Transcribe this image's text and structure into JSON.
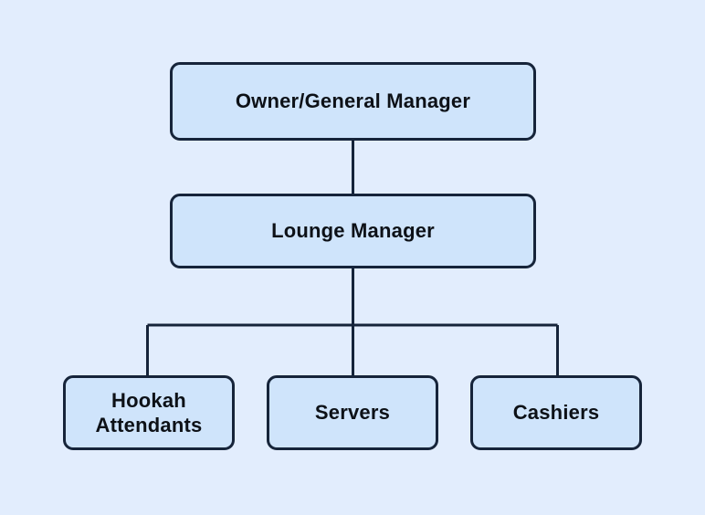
{
  "diagram": {
    "type": "organizational-chart",
    "title": "",
    "background_color": "#e2edfd",
    "node_fill_color": "#cfe4fb",
    "node_border_color": "#16243a",
    "connector_color": "#16243a",
    "text_color": "#0d1117",
    "levels": [
      {
        "level": 1,
        "nodes": [
          {
            "id": "owner-general-manager",
            "label": "Owner/General Manager"
          }
        ]
      },
      {
        "level": 2,
        "nodes": [
          {
            "id": "lounge-manager",
            "label": "Lounge Manager"
          }
        ]
      },
      {
        "level": 3,
        "nodes": [
          {
            "id": "hookah-attendants",
            "label": "Hookah\nAttendants"
          },
          {
            "id": "servers",
            "label": "Servers"
          },
          {
            "id": "cashiers",
            "label": "Cashiers"
          }
        ]
      }
    ],
    "edges": [
      {
        "from": "owner-general-manager",
        "to": "lounge-manager"
      },
      {
        "from": "lounge-manager",
        "to": "hookah-attendants"
      },
      {
        "from": "lounge-manager",
        "to": "servers"
      },
      {
        "from": "lounge-manager",
        "to": "cashiers"
      }
    ]
  }
}
